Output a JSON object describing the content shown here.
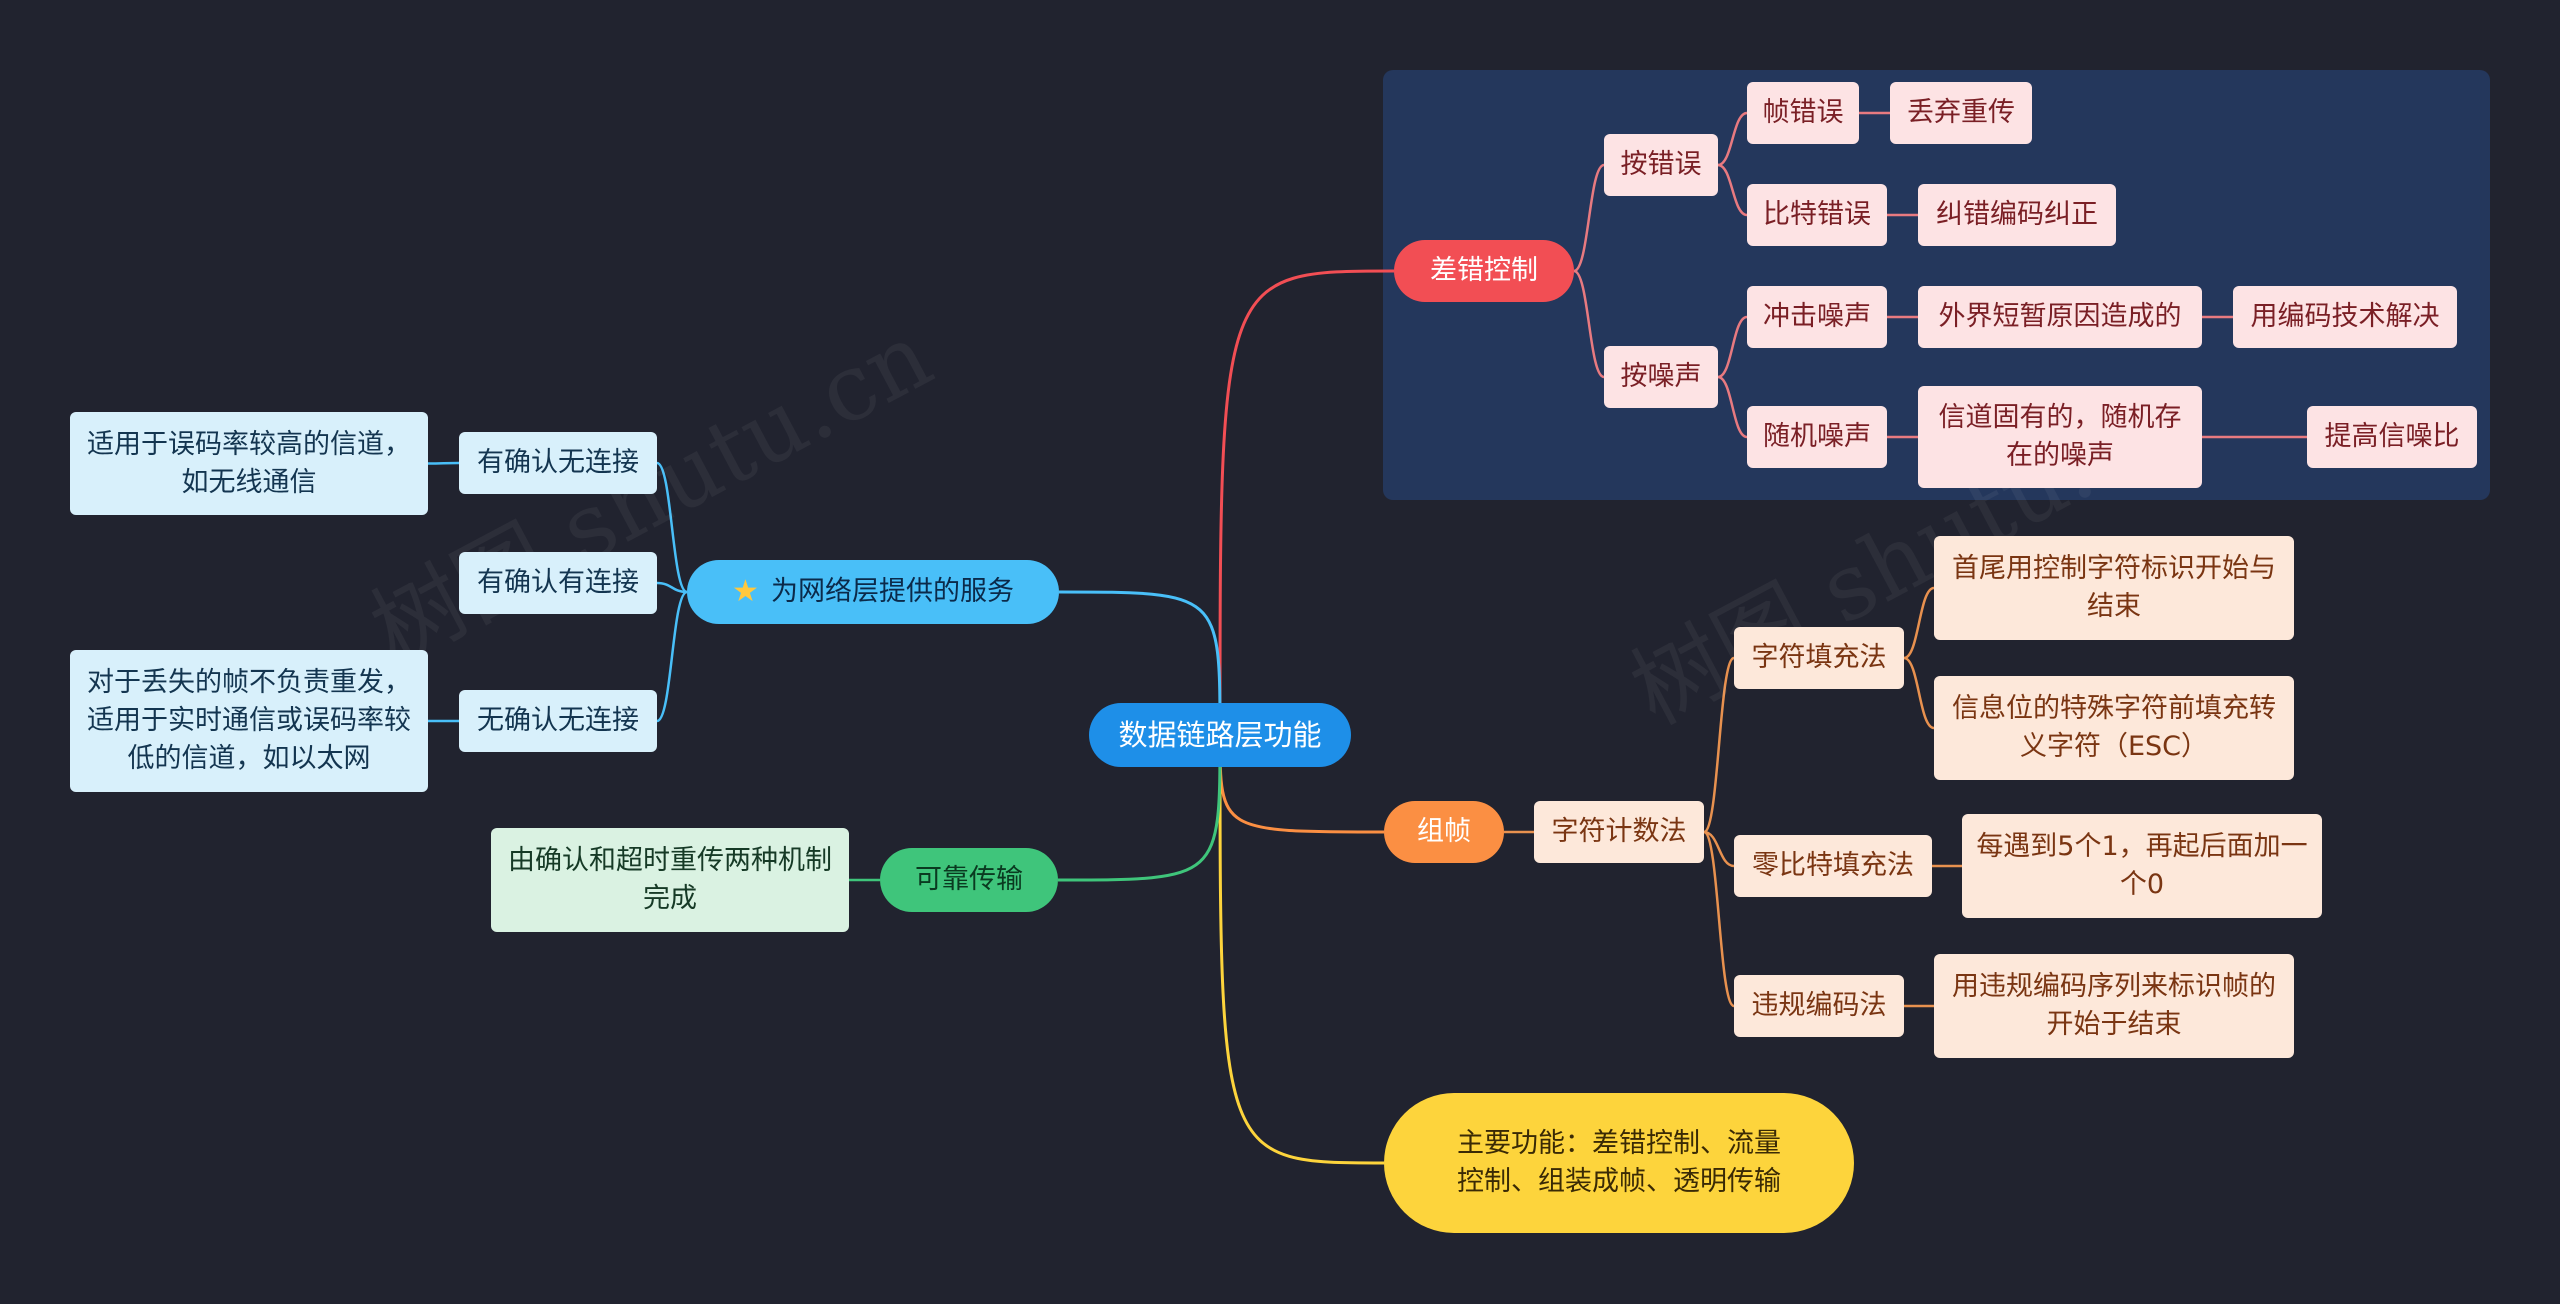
{
  "root": "数据链路层功能",
  "watermark": "树图 shutu.cn",
  "error_control": {
    "label": "差错控制",
    "by_error": {
      "label": "按错误",
      "frame_error": {
        "label": "帧错误",
        "action": "丢弃重传"
      },
      "bit_error": {
        "label": "比特错误",
        "action": "纠错编码纠正"
      }
    },
    "by_noise": {
      "label": "按噪声",
      "impulse": {
        "label": "冲击噪声",
        "cause": "外界短暂原因造成的",
        "solution": "用编码技术解决"
      },
      "random": {
        "label": "随机噪声",
        "cause": "信道固有的，随机存在的噪声",
        "solution": "提高信噪比"
      }
    }
  },
  "framing": {
    "label": "组帧",
    "char_count": {
      "label": "字符计数法",
      "char_stuffing": {
        "label": "字符填充法",
        "detail1": "首尾用控制字符标识开始与结束",
        "detail2": "信息位的特殊字符前填充转义字符（ESC）"
      },
      "zero_bit": {
        "label": "零比特填充法",
        "detail": "每遇到5个1，再起后面加一个0"
      },
      "violation": {
        "label": "违规编码法",
        "detail": "用违规编码序列来标识帧的开始于结束"
      }
    }
  },
  "main_function": "主要功能：差错控制、流量控制、组装成帧、透明传输",
  "services": {
    "label": "为网络层提供的服务",
    "star_icon": "star-icon",
    "ack_connectionless": {
      "label": "有确认无连接",
      "detail": "适用于误码率较高的信道，如无线通信"
    },
    "ack_connection": {
      "label": "有确认有连接"
    },
    "noack_connectionless": {
      "label": "无确认无连接",
      "detail": "对于丢失的帧不负责重发，适用于实时通信或误码率较低的信道，如以太网"
    }
  },
  "reliable": {
    "label": "可靠传输",
    "detail": "由确认和超时重传两种机制完成"
  },
  "colors": {
    "background": "#21232f",
    "panel": "#24375c",
    "root": "#1e8fe8",
    "red": "#f24e54",
    "orange": "#fb8f43",
    "yellow": "#fdd43c",
    "blue": "#49bff8",
    "green": "#3fc57b"
  }
}
